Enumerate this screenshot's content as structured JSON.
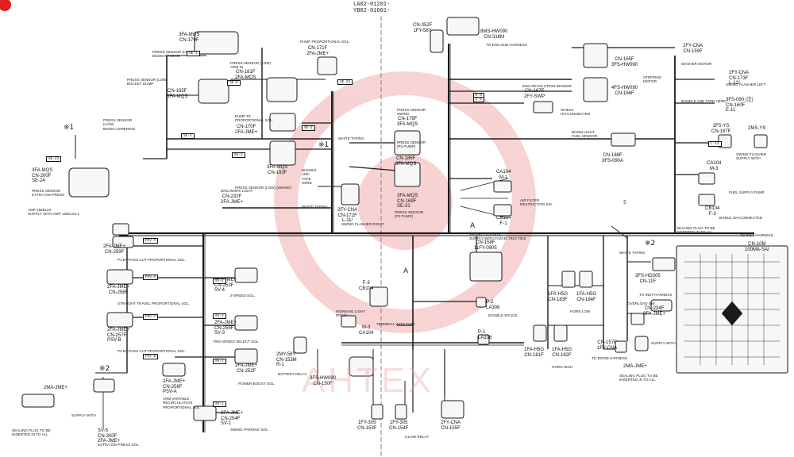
{
  "header": {
    "model_codes": "LA02-01201-\nYB02-01601-"
  },
  "watermark": {
    "text": "AHTEX",
    "color": "#e8a0a0"
  },
  "colors": {
    "wire": "#1a1a1a",
    "connector": "#222222",
    "brand_badge": "#e02020"
  },
  "marks": {
    "x1_top": "※1",
    "x1_mid": "※1",
    "x2_mid": "※2",
    "x2_bottom": "※2",
    "arrow_a": "A",
    "arrow_a_left": "A",
    "num_5": "5"
  },
  "connectors": [
    {
      "id": "c1",
      "label": "3FA-MQS\nCN-179F"
    },
    {
      "id": "c2",
      "label": "CN-185F\n3FA-MQS"
    },
    {
      "id": "c3",
      "label": "CN-181F\n2FA-MQS"
    },
    {
      "id": "c4",
      "label": "CN-171F\n2FA-JME+"
    },
    {
      "id": "c5",
      "label": "CN-352F\n1FY-58Y"
    },
    {
      "id": "c6",
      "label": "8MS-HW090\nCN-318M"
    },
    {
      "id": "c7",
      "label": "3FA-MQS\nCN-183F"
    },
    {
      "id": "c8",
      "label": "CN-170F\n2FA-JME+"
    },
    {
      "id": "c9",
      "label": "CN-178F\n3FA-MQS"
    },
    {
      "id": "c10",
      "label": "3FA-MQS\nCN-200F\nSE-24"
    },
    {
      "id": "c11",
      "label": "CN-232F\n2FA-JME+"
    },
    {
      "id": "c12",
      "label": "2FY-CNA\nCN-172F\nL-11/"
    },
    {
      "id": "c13",
      "label": "CN-186F\n3FA-MQS"
    },
    {
      "id": "c14",
      "label": "3FA-MQS\nCN-169F\nSE-31"
    },
    {
      "id": "c15",
      "label": "CN-167F\n2FY-SWP"
    },
    {
      "id": "c16",
      "label": "2FY-CNA\nCN-159F"
    },
    {
      "id": "c17",
      "label": "CN-165F\n3FS-HW090"
    },
    {
      "id": "c18",
      "label": "2FY-CNA\nCN-173F\nL-12/"
    },
    {
      "id": "c19",
      "label": "3FS-090 (注)\nCN-160F\nE-11"
    },
    {
      "id": "c20",
      "label": "4FS-HW090\nCN-166F"
    },
    {
      "id": "c21",
      "label": "2FS-YS\nCN-187F"
    },
    {
      "id": "c22",
      "label": "2MS-YS"
    },
    {
      "id": "c23",
      "label": "CN-188F\n3FS-090A"
    },
    {
      "id": "c24",
      "label": "CA104\nM-1"
    },
    {
      "id": "c25",
      "label": "CB104\nF-1"
    },
    {
      "id": "c26",
      "label": "CA104\nM-3"
    },
    {
      "id": "c27",
      "label": "CB104\nF-3"
    },
    {
      "id": "c28",
      "label": "2FA-JME+\nCN-259F"
    },
    {
      "id": "c29",
      "label": "2FA-JME+\nCN-258F"
    },
    {
      "id": "c30",
      "label": "2FA-JME+\nCN-257F\nPSV-B"
    },
    {
      "id": "c31",
      "label": "2FA-JME+\nCN-256F\nPSV-A"
    },
    {
      "id": "c32",
      "label": "2FA-JME+\nCN-253F\nSV-4"
    },
    {
      "id": "c33",
      "label": "2FA-JME+\nCN-255F\nSV-3"
    },
    {
      "id": "c34",
      "label": "2FA-JME+\nCN-252F"
    },
    {
      "id": "c35",
      "label": "2FA-JME+\nCN-254F\nSV-1"
    },
    {
      "id": "c36",
      "label": "CN-158F\n11FY-0905"
    },
    {
      "id": "c37",
      "label": "F-3\nCB104"
    },
    {
      "id": "c38",
      "label": "M-3\nCA104"
    },
    {
      "id": "c39",
      "label": "P-2\nLA308"
    },
    {
      "id": "c40",
      "label": "P-1\nLA108"
    },
    {
      "id": "c41",
      "label": "2MY-58Y\nCN-153M\nR-1"
    },
    {
      "id": "c42",
      "label": "3FS-HW090\nCN-150F"
    },
    {
      "id": "c43",
      "label": "1FA-H5G\nCN-183F"
    },
    {
      "id": "c44",
      "label": "1FA-H5G\nCN-184F"
    },
    {
      "id": "c45",
      "label": "1FA-H5G\nCN-181F"
    },
    {
      "id": "c46",
      "label": "1FA-H5G\nCN-182F"
    },
    {
      "id": "c47",
      "label": "3FS-HD305\nCN-11F"
    },
    {
      "id": "c48",
      "label": "CN-157F\n1FY-CNA"
    },
    {
      "id": "c49",
      "label": "CN-234F\n2FA-JME+"
    },
    {
      "id": "c50",
      "label": "2MA-JME+"
    },
    {
      "id": "c51",
      "label": "CN-10M\n100MA-SAI"
    },
    {
      "id": "c52",
      "label": "1FY-305\nCN-153F"
    },
    {
      "id": "c53",
      "label": "1FY-305\nCN-154F"
    },
    {
      "id": "c54",
      "label": "2FY-CNA\nCN-155F"
    },
    {
      "id": "c55",
      "label": "2MA-JME+"
    },
    {
      "id": "c56",
      "label": "SV-5\nCN-300F\n2FA-JME+"
    }
  ],
  "descriptions": [
    {
      "id": "d1",
      "text": "PRESS SENSOR (LOW)\nBOOM RAISING"
    },
    {
      "id": "d2",
      "text": "PRESS SENSOR (LOW)\nBUCKET DUMP"
    },
    {
      "id": "d3",
      "text": "PRESS SENSOR\n(LOW)\nBOOM LOWERING"
    },
    {
      "id": "d4",
      "text": "PUMP PROPORTIONAL SOL."
    },
    {
      "id": "d5",
      "text": "PRESS SENSOR (LOW)\nARM IN"
    },
    {
      "id": "d6",
      "text": "PUMP P1\nPROPORTIONAL SOL."
    },
    {
      "id": "d7",
      "text": "PRESS SENSOR\nSWING"
    },
    {
      "id": "d8",
      "text": "PRESS SENSOR (LOW) (SWING)"
    },
    {
      "id": "d9",
      "text": "ENG.WORK LIGHT"
    },
    {
      "id": "d10",
      "text": "WHITE TAPING"
    },
    {
      "id": "d11",
      "text": "SWING FLASHER RIGHT"
    },
    {
      "id": "d12",
      "text": "BUNDLE\nAND\nTAPE\nHERE"
    },
    {
      "id": "d13",
      "text": "PRESS SENSOR\n(P1 PUMP)"
    },
    {
      "id": "d14",
      "text": "PRESS SENSOR\n(P2 PUMP)"
    },
    {
      "id": "d15",
      "text": "AIR FILTER\nRESTRICTION SW."
    },
    {
      "id": "d16",
      "text": "TO ENG.SUB HARNESS"
    },
    {
      "id": "d17",
      "text": "ENG.REVOLUTION SENSOR"
    },
    {
      "id": "d18",
      "text": "SHIELD\nUN-CONNECTED"
    },
    {
      "id": "d19",
      "text": "STEPPING\nMOTOR"
    },
    {
      "id": "d20",
      "text": "WASHER MOTOR"
    },
    {
      "id": "d21",
      "text": "SWING FLASHER LEFT"
    },
    {
      "id": "d22",
      "text": "BUNDLE AND TAPE HERE"
    },
    {
      "id": "d23",
      "text": "BOOM LIGHT\nFUEL SENSOR"
    },
    {
      "id": "d24",
      "text": "FUEL SUPPLY PUMP"
    },
    {
      "id": "d25",
      "text": "SWING FLASHER\nSUPPLY WITH"
    },
    {
      "id": "d26",
      "text": "SHIELD UN-CONNECTED"
    },
    {
      "id": "d27",
      "text": "TO INST-HARNESS"
    },
    {
      "id": "d28",
      "text": "P1 BY-PASS CUT PROPORTIONAL SOL."
    },
    {
      "id": "d29",
      "text": "STRAIGHT TRAVEL PROPORTIONAL SOL."
    },
    {
      "id": "d30",
      "text": "P2 BY-PASS CUT PROPORTIONAL SOL."
    },
    {
      "id": "d31",
      "text": "ARM VARIABLE\nRECIRCULATION\nPROPORTIONAL SOL."
    },
    {
      "id": "d32",
      "text": "2-SPEED SOL."
    },
    {
      "id": "d33",
      "text": "TWO-SPEED SELECT SOL."
    },
    {
      "id": "d34",
      "text": "POWER BOOST SOL."
    },
    {
      "id": "d35",
      "text": "SWING PARKING SOL."
    },
    {
      "id": "d36",
      "text": "WORKING LIGHT\nRIGHT"
    },
    {
      "id": "d37",
      "text": "TERMINAL WITH TAPE"
    },
    {
      "id": "d38",
      "text": "BATTERY RELAY"
    },
    {
      "id": "d39",
      "text": "HORN HIGH"
    },
    {
      "id": "d40",
      "text": "HORN LOW"
    },
    {
      "id": "d41",
      "text": "TO BOOM HARNESS"
    },
    {
      "id": "d42",
      "text": "OVERLOAD SW"
    },
    {
      "id": "d43",
      "text": "SUPPLY WITH"
    },
    {
      "id": "d44",
      "text": "SEALING PLUG TO BE\nINSERTED IN TO ALL"
    },
    {
      "id": "d45",
      "text": "GLOW RELAY"
    },
    {
      "id": "d46",
      "text": "SEALING PLUG TO BE\nINSERTED IN TO ALL"
    },
    {
      "id": "d47",
      "text": "EXTRA DIS-PRESS SOL."
    },
    {
      "id": "d48",
      "text": "AMP 1565123\nSUPPLY WITH AMP 1565123-1"
    },
    {
      "id": "d49",
      "text": "PRESS SENSOR\nEXTRA DIS-PRESS"
    },
    {
      "id": "d50",
      "text": "YAZAKI 7323-7816\nSUPPLY WITH YAZAKI 7923-7816"
    },
    {
      "id": "d51",
      "text": "DOUBLE SPLICE"
    },
    {
      "id": "d52",
      "text": "SUPPLY WITH"
    },
    {
      "id": "d53",
      "text": "TO INST-HARNESS"
    },
    {
      "id": "d54",
      "text": "SEALING PLUG TO BE\nINSERTED IN TO ALL"
    },
    {
      "id": "d55",
      "text": "WHITE TAPING"
    },
    {
      "id": "d56",
      "text": "WHITE TAPING"
    }
  ],
  "tags": [
    "SE-1",
    "SE-5",
    "SE-4",
    "SE-3",
    "SE-22",
    "SE-2",
    "E-5",
    "E-8",
    "SV-4",
    "SV-3",
    "SV-2",
    "SV-1",
    "PSV-P",
    "PSV-D",
    "PSV-C",
    "PSV-B",
    "L-13",
    "SE-23"
  ]
}
